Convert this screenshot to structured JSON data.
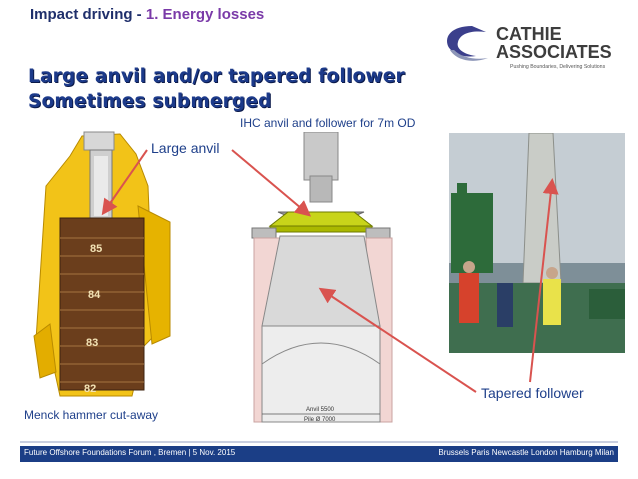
{
  "header": {
    "prefix": "Impact driving - ",
    "highlight": "1. Energy losses"
  },
  "logo": {
    "line1": "CATHIE",
    "line2": "ASSOCIATES",
    "tagline": "Pushing Boundaries, Delivering Solutions"
  },
  "headline": {
    "line1": "Large anvil and/or tapered follower",
    "line2": "Sometimes submerged"
  },
  "captions": {
    "ihc": "IHC anvil and follower for 7m OD",
    "large_anvil": "Large anvil",
    "tapered_follower": "Tapered follower",
    "menck": "Menck hammer cut-away"
  },
  "menck_scale": [
    "85",
    "84",
    "83",
    "82"
  ],
  "ihc_dims": {
    "anvil": "Anvil 5500",
    "pile": "Pile Ø 7000"
  },
  "footer": {
    "left": "Future Offshore Foundations Forum , Bremen | 5 Nov. 2015",
    "right": "Brussels  Paris  Newcastle  London  Hamburg  Milan"
  },
  "colors": {
    "title_blue": "#1c3a8a",
    "accent_purple": "#7a3aa8",
    "footer_blue": "#1b3e86",
    "arrow_red": "#d9534f",
    "hammer_yellow": "#f2c318"
  }
}
